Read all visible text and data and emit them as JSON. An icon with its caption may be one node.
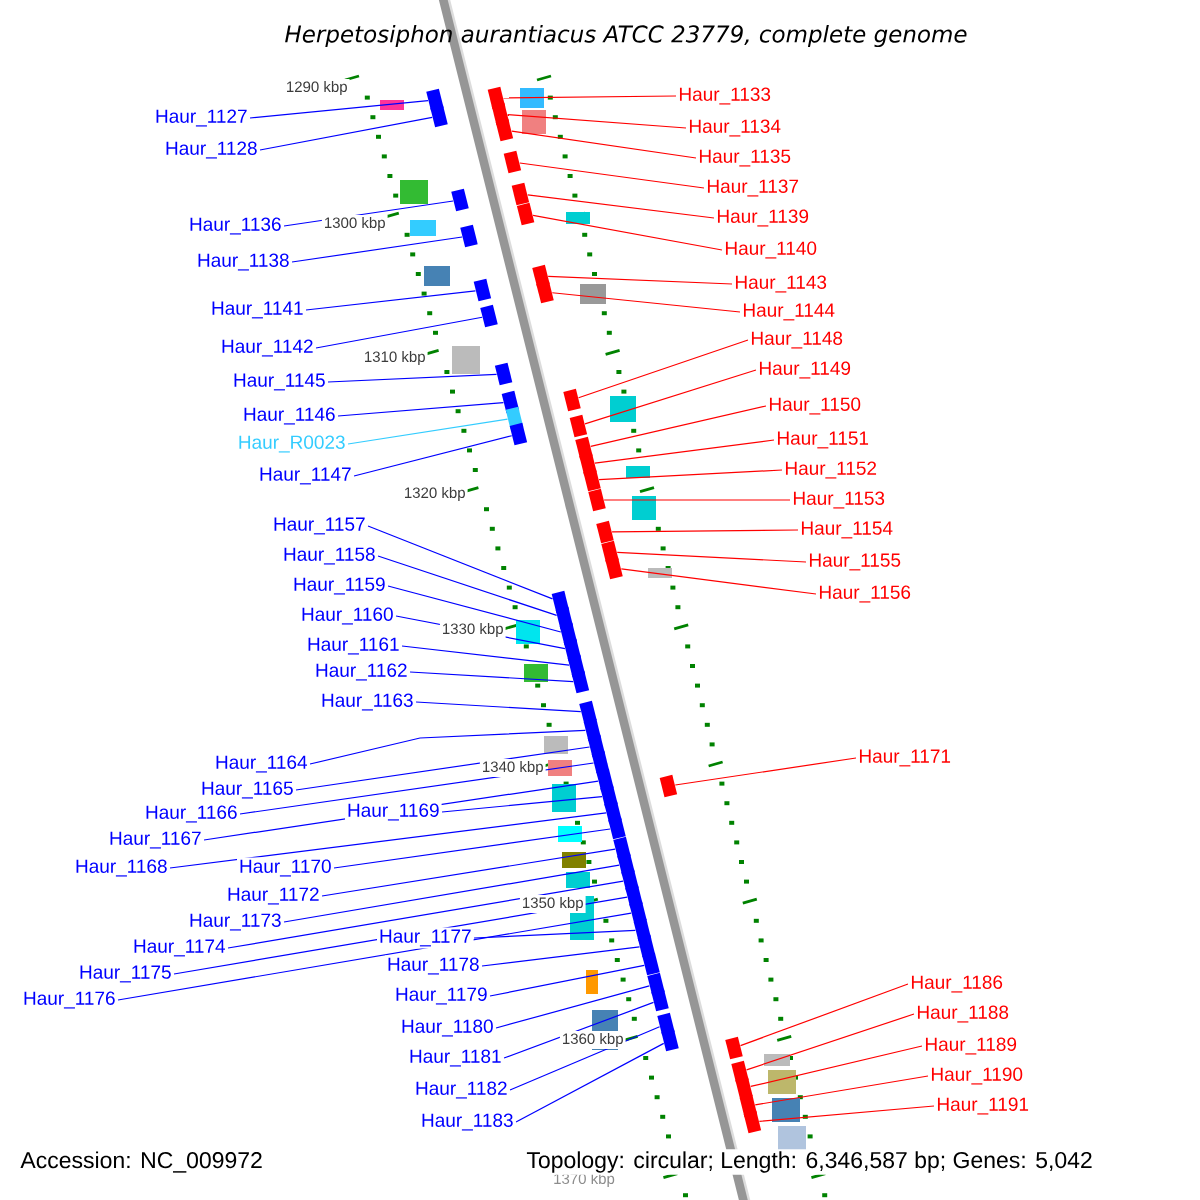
{
  "diagram": {
    "title": "Herpetosiphon aurantiacus ATCC 23779, complete genome",
    "nodes": [
      {
        "text": [
          "Haur_1127"
        ]
      },
      {
        "text": [
          "Haur_1128"
        ]
      },
      {
        "text": [
          "Haur_1136"
        ]
      },
      {
        "text": [
          "Haur_1138"
        ]
      },
      {
        "text": [
          "Haur_1141"
        ]
      },
      {
        "text": [
          "Haur_1142"
        ]
      },
      {
        "text": [
          "Haur_1145"
        ]
      },
      {
        "text": [
          "Haur_1146"
        ]
      },
      {
        "text": [
          "Haur_R0023"
        ]
      },
      {
        "text": [
          "Haur_1147"
        ]
      },
      {
        "text": [
          "Haur_1157"
        ]
      },
      {
        "text": [
          "Haur_1158"
        ]
      },
      {
        "text": [
          "Haur_1159"
        ]
      },
      {
        "text": [
          "Haur_1160"
        ]
      },
      {
        "text": [
          "Haur_1161"
        ]
      },
      {
        "text": [
          "Haur_1162"
        ]
      },
      {
        "text": [
          "Haur_1163"
        ]
      },
      {
        "text": [
          "Haur_1164"
        ]
      },
      {
        "text": [
          "Haur_1165"
        ]
      },
      {
        "text": [
          "Haur_1166"
        ]
      },
      {
        "text": [
          "Haur_1167"
        ]
      },
      {
        "text": [
          "Haur_1168"
        ]
      },
      {
        "text": [
          "Haur_1169"
        ]
      },
      {
        "text": [
          "Haur_1170"
        ]
      },
      {
        "text": [
          "Haur_1172"
        ]
      },
      {
        "text": [
          "Haur_1173"
        ]
      },
      {
        "text": [
          "Haur_1174"
        ]
      },
      {
        "text": [
          "Haur_1175"
        ]
      },
      {
        "text": [
          "Haur_1176"
        ]
      },
      {
        "text": [
          "Haur_1177"
        ]
      },
      {
        "text": [
          "Haur_1178"
        ]
      },
      {
        "text": [
          "Haur_1179"
        ]
      },
      {
        "text": [
          "Haur_1180"
        ]
      },
      {
        "text": [
          "Haur_1181"
        ]
      },
      {
        "text": [
          "Haur_1182"
        ]
      },
      {
        "text": [
          "Haur_1183"
        ]
      },
      {
        "text": [
          "Haur_1133"
        ]
      },
      {
        "text": [
          "Haur_1134"
        ]
      },
      {
        "text": [
          "Haur_1135"
        ]
      },
      {
        "text": [
          "Haur_1137"
        ]
      },
      {
        "text": [
          "Haur_1139"
        ]
      },
      {
        "text": [
          "Haur_1140"
        ]
      },
      {
        "text": [
          "Haur_1143"
        ]
      },
      {
        "text": [
          "Haur_1144"
        ]
      },
      {
        "text": [
          "Haur_1148"
        ]
      },
      {
        "text": [
          "Haur_1149"
        ]
      },
      {
        "text": [
          "Haur_1150"
        ]
      },
      {
        "text": [
          "Haur_1151"
        ]
      },
      {
        "text": [
          "Haur_1152"
        ]
      },
      {
        "text": [
          "Haur_1153"
        ]
      },
      {
        "text": [
          "Haur_1154"
        ]
      },
      {
        "text": [
          "Haur_1155"
        ]
      },
      {
        "text": [
          "Haur_1156"
        ]
      },
      {
        "text": [
          "Haur_1171"
        ]
      },
      {
        "text": [
          "Haur_1186"
        ]
      },
      {
        "text": [
          "Haur_1188"
        ]
      },
      {
        "text": [
          "Haur_1189"
        ]
      },
      {
        "text": [
          "Haur_1190"
        ]
      },
      {
        "text": [
          "Haur_1191"
        ]
      },
      {
        "text": [],
        "shape": "box"
      },
      {
        "text": [],
        "shape": "box"
      },
      {
        "text": [],
        "shape": "box"
      },
      {
        "text": [],
        "shape": "box"
      },
      {
        "text": [],
        "shape": "box"
      },
      {
        "text": [],
        "shape": "box"
      },
      {
        "text": [],
        "shape": "box"
      },
      {
        "text": [],
        "shape": "box"
      },
      {
        "text": [],
        "shape": "box"
      },
      {
        "text": [],
        "shape": "box"
      },
      {
        "text": [],
        "shape": "box"
      },
      {
        "text": [],
        "shape": "box"
      },
      {
        "text": [],
        "shape": "box"
      },
      {
        "text": [],
        "shape": "box"
      },
      {
        "text": [],
        "shape": "box"
      },
      {
        "text": [],
        "shape": "box"
      },
      {
        "text": [],
        "shape": "box"
      },
      {
        "text": [],
        "shape": "box"
      },
      {
        "text": [],
        "shape": "box"
      },
      {
        "text": [],
        "shape": "box"
      },
      {
        "text": [],
        "shape": "box"
      },
      {
        "text": [],
        "shape": "box"
      },
      {
        "text": [],
        "shape": "box"
      },
      {
        "text": [],
        "shape": "box"
      },
      {
        "text": [],
        "shape": "box"
      },
      {
        "text": [],
        "shape": "box"
      },
      {
        "text": [],
        "shape": "box"
      },
      {
        "text": [],
        "shape": "box"
      },
      {
        "text": [],
        "shape": "box"
      },
      {
        "text": [],
        "shape": "box"
      },
      {
        "text": [],
        "shape": "box"
      },
      {
        "text": [],
        "shape": "box"
      },
      {
        "text": [],
        "shape": "box"
      },
      {
        "text": [],
        "shape": "box"
      },
      {
        "text": [],
        "shape": "box"
      },
      {
        "text": [],
        "shape": "box"
      },
      {
        "text": [],
        "shape": "box"
      },
      {
        "text": [],
        "shape": "box"
      },
      {
        "text": [],
        "shape": "box"
      },
      {
        "text": [],
        "shape": "box"
      },
      {
        "text": [],
        "shape": "box"
      },
      {
        "text": [],
        "shape": "box"
      },
      {
        "text": [],
        "shape": "box"
      },
      {
        "text": [],
        "shape": "box"
      },
      {
        "text": [],
        "shape": "box"
      },
      {
        "text": [],
        "shape": "box"
      },
      {
        "text": [],
        "shape": "box"
      },
      {
        "text": [],
        "shape": "box"
      },
      {
        "text": [],
        "shape": "box"
      },
      {
        "text": [],
        "shape": "box"
      },
      {
        "text": [],
        "shape": "box"
      },
      {
        "text": [],
        "shape": "box"
      },
      {
        "text": [],
        "shape": "box"
      },
      {
        "text": [],
        "shape": "box"
      },
      {
        "text": [],
        "shape": "box"
      },
      {
        "text": [],
        "shape": "box"
      },
      {
        "text": [],
        "shape": "box"
      },
      {
        "text": [],
        "shape": "box"
      },
      {
        "text": [],
        "shape": "box"
      }
    ],
    "edges": [
      {
        "from": 0,
        "to": 59,
        "arrow": "none"
      },
      {
        "from": 1,
        "to": 60,
        "arrow": "none"
      },
      {
        "from": 2,
        "to": 61,
        "arrow": "none"
      },
      {
        "from": 3,
        "to": 62,
        "arrow": "none"
      },
      {
        "from": 4,
        "to": 63,
        "arrow": "none"
      },
      {
        "from": 5,
        "to": 64,
        "arrow": "none"
      },
      {
        "from": 6,
        "to": 65,
        "arrow": "none"
      },
      {
        "from": 7,
        "to": 66,
        "arrow": "none"
      },
      {
        "from": 8,
        "to": 67,
        "arrow": "none",
        "color": "#33ccff"
      },
      {
        "from": 9,
        "to": 68,
        "arrow": "none"
      },
      {
        "from": 10,
        "to": 69,
        "arrow": "none"
      },
      {
        "from": 11,
        "to": 70,
        "arrow": "none"
      },
      {
        "from": 12,
        "to": 71,
        "arrow": "none"
      },
      {
        "from": 13,
        "to": 72,
        "arrow": "none"
      },
      {
        "from": 14,
        "to": 73,
        "arrow": "none"
      },
      {
        "from": 15,
        "to": 74,
        "arrow": "none"
      },
      {
        "from": 16,
        "to": 75,
        "arrow": "none"
      },
      {
        "from": 17,
        "to": 76,
        "arrow": "none"
      },
      {
        "from": 18,
        "to": 77,
        "arrow": "none"
      },
      {
        "from": 19,
        "to": 78,
        "arrow": "none"
      },
      {
        "from": 20,
        "to": 79,
        "arrow": "none"
      },
      {
        "from": 21,
        "to": 80,
        "arrow": "none"
      },
      {
        "from": 22,
        "to": 81,
        "arrow": "none"
      },
      {
        "from": 23,
        "to": 82,
        "arrow": "none"
      },
      {
        "from": 24,
        "to": 83,
        "arrow": "none"
      },
      {
        "from": 25,
        "to": 84,
        "arrow": "none"
      },
      {
        "from": 26,
        "to": 85,
        "arrow": "none"
      },
      {
        "from": 27,
        "to": 86,
        "arrow": "none"
      },
      {
        "from": 28,
        "to": 87,
        "arrow": "none"
      },
      {
        "from": 29,
        "to": 88,
        "arrow": "none"
      },
      {
        "from": 30,
        "to": 89,
        "arrow": "none"
      },
      {
        "from": 31,
        "to": 90,
        "arrow": "none"
      },
      {
        "from": 32,
        "to": 91,
        "arrow": "none"
      },
      {
        "from": 33,
        "to": 92,
        "arrow": "none"
      },
      {
        "from": 34,
        "to": 93,
        "arrow": "none"
      },
      {
        "from": 35,
        "to": 94,
        "arrow": "none"
      },
      {
        "from": 36,
        "to": 95,
        "arrow": "none",
        "color": "#ff0000"
      },
      {
        "from": 37,
        "to": 96,
        "arrow": "none",
        "color": "#ff0000"
      },
      {
        "from": 38,
        "to": 97,
        "arrow": "none",
        "color": "#ff0000"
      },
      {
        "from": 39,
        "to": 98,
        "arrow": "none",
        "color": "#ff0000"
      },
      {
        "from": 40,
        "to": 99,
        "arrow": "none",
        "color": "#ff0000"
      },
      {
        "from": 41,
        "to": 100,
        "arrow": "none",
        "color": "#ff0000"
      },
      {
        "from": 42,
        "to": 101,
        "arrow": "none",
        "color": "#ff0000"
      },
      {
        "from": 43,
        "to": 102,
        "arrow": "none",
        "color": "#ff0000"
      },
      {
        "from": 44,
        "to": 103,
        "arrow": "none",
        "color": "#ff0000"
      },
      {
        "from": 45,
        "to": 104,
        "arrow": "none",
        "color": "#ff0000"
      },
      {
        "from": 46,
        "to": 105,
        "arrow": "none",
        "color": "#ff0000"
      },
      {
        "from": 47,
        "to": 106,
        "arrow": "none",
        "color": "#ff0000"
      },
      {
        "from": 48,
        "to": 107,
        "arrow": "none",
        "color": "#ff0000"
      },
      {
        "from": 49,
        "to": 108,
        "arrow": "none",
        "color": "#ff0000"
      },
      {
        "from": 50,
        "to": 109,
        "arrow": "none",
        "color": "#ff0000"
      },
      {
        "from": 51,
        "to": 110,
        "arrow": "none",
        "color": "#ff0000"
      },
      {
        "from": 52,
        "to": 111,
        "arrow": "none",
        "color": "#ff0000"
      },
      {
        "from": 53,
        "to": 112,
        "arrow": "none",
        "color": "#ff0000"
      },
      {
        "from": 54,
        "to": 113,
        "arrow": "none",
        "color": "#ff0000"
      },
      {
        "from": 55,
        "to": 114,
        "arrow": "none",
        "color": "#ff0000"
      },
      {
        "from": 56,
        "to": 115,
        "arrow": "none",
        "color": "#ff0000"
      },
      {
        "from": 57,
        "to": 116,
        "arrow": "none",
        "color": "#ff0000"
      },
      {
        "from": 58,
        "to": 117,
        "arrow": "none",
        "color": "#ff0000"
      }
    ],
    "labels": [
      "1290 kbp",
      "1300 kbp",
      "1310 kbp",
      "1320 kbp",
      "1330 kbp",
      "1340 kbp",
      "1350 kbp",
      "1360 kbp",
      "1370 kbp",
      "Accession: NC_009972",
      "Topology: circular; Length: 6,346,587 bp; Genes: 5,042"
    ]
  }
}
